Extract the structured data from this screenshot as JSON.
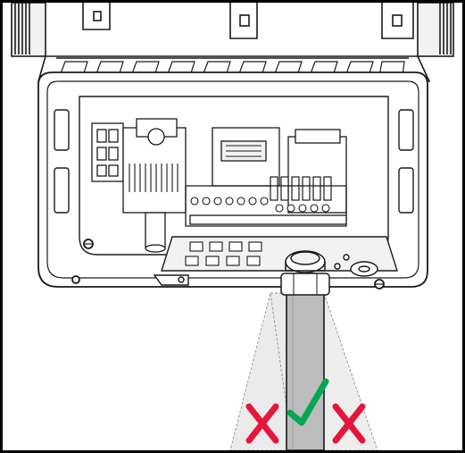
{
  "diagram": {
    "colors": {
      "stroke": "#1a1a1a",
      "panel": "#ffffff",
      "light_fill": "#f2f2f2",
      "cone_fill": "#ebebeb",
      "conduit_fill": "#bdbdbd",
      "wrong_mark": "#e3173e",
      "correct_mark": "#00a651"
    },
    "icons": {
      "wrong_left": "cross-mark-icon",
      "correct_center": "check-mark-icon",
      "wrong_right": "cross-mark-icon"
    },
    "conduits": [
      {
        "id": "left-tilted",
        "status": "incorrect"
      },
      {
        "id": "straight",
        "status": "correct"
      },
      {
        "id": "right-tilted",
        "status": "incorrect"
      }
    ]
  }
}
